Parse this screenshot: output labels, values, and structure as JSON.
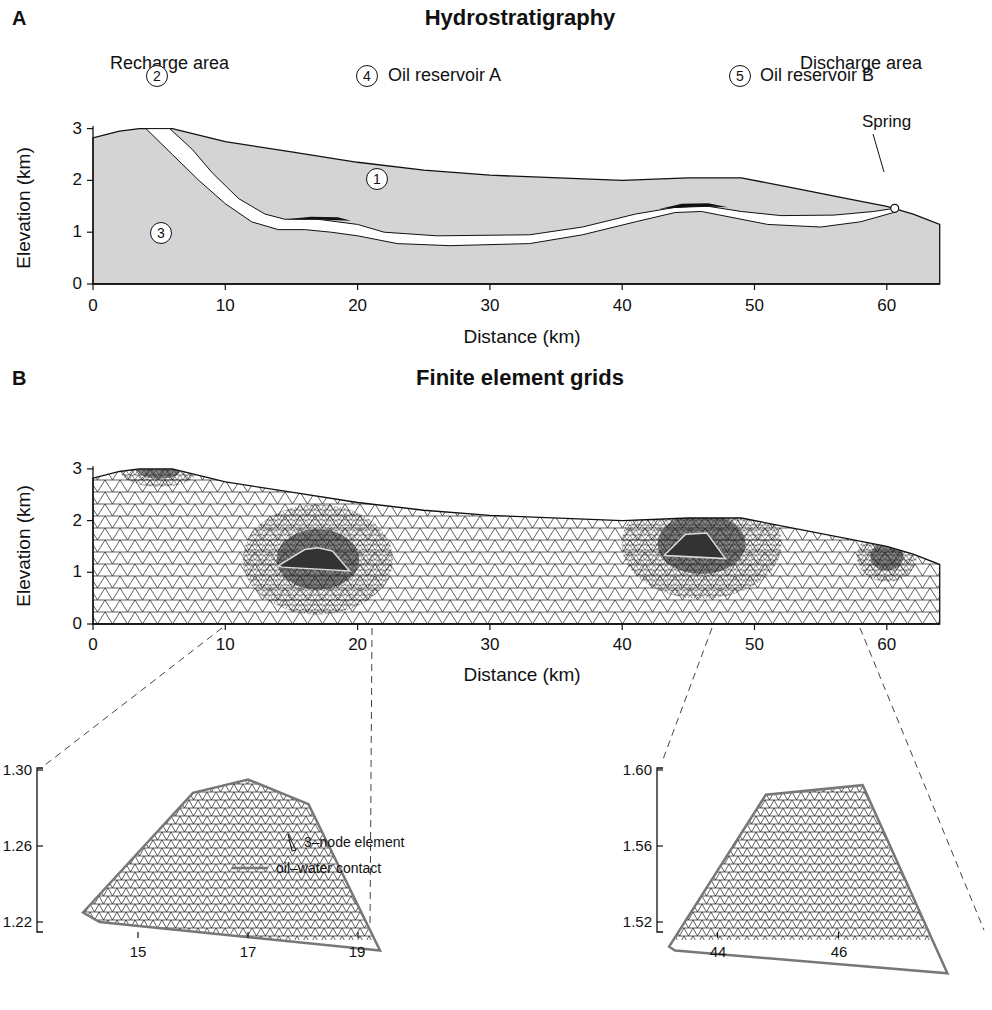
{
  "diagram": {
    "nodes": [
      {
        "text": [
          "2"
        ]
      },
      {
        "text": [
          "4"
        ]
      },
      {
        "text": [
          "5"
        ]
      },
      {
        "text": [
          "1"
        ]
      },
      {
        "text": [
          "3"
        ]
      }
    ],
    "edges": [],
    "labels": [
      "A",
      "Hydrostratigraphy",
      "Recharge area",
      "Discharge area",
      "Oil reservoir A",
      "Oil reservoir B",
      "Spring",
      "Elevation (km)",
      "3",
      "2",
      "1",
      "0",
      "0",
      "10",
      "20",
      "30",
      "40",
      "50",
      "60",
      "Distance (km)",
      "B",
      "Finite element grids",
      "Elevation (km)",
      "3",
      "2",
      "1",
      "0",
      "0",
      "10",
      "20",
      "30",
      "40",
      "50",
      "60",
      "Distance (km)",
      "1.30",
      "1.26",
      "1.22",
      "15",
      "17",
      "19",
      "1.60",
      "1.56",
      "1.52",
      "44",
      "46"
    ],
    "legend": [
      {
        "text": "3–node element"
      },
      {
        "text": "oil–water contact"
      }
    ]
  }
}
